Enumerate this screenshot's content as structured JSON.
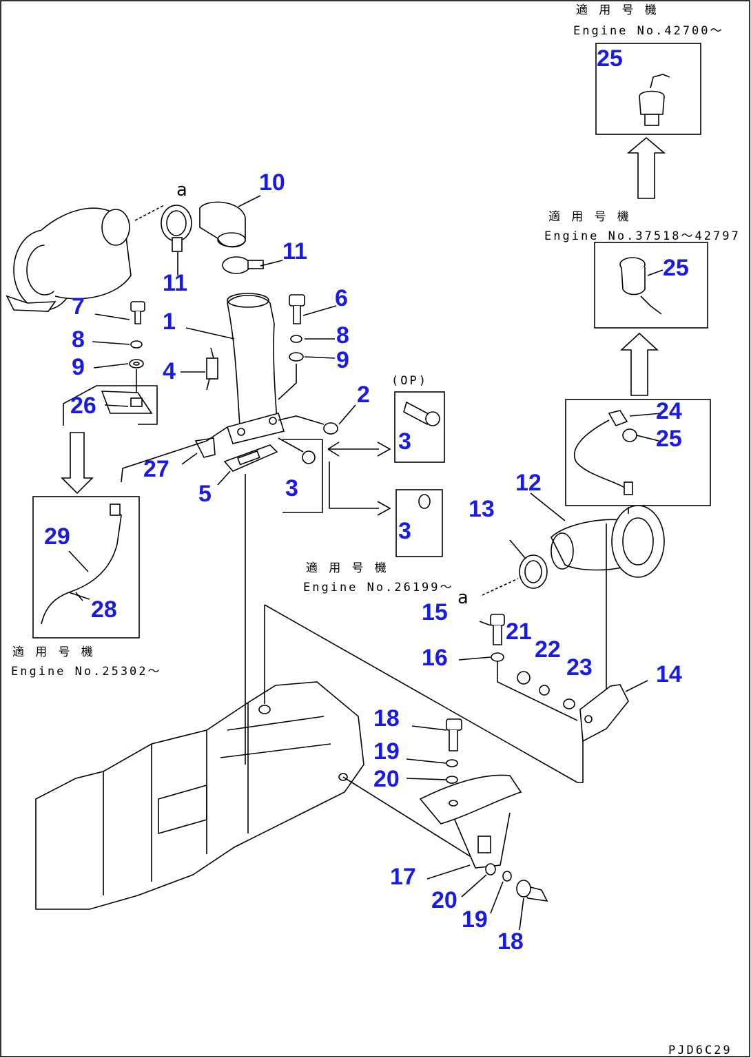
{
  "diagram": {
    "notes": [
      {
        "id": "note-engine-42700-jp",
        "text": "適 用 号 機"
      },
      {
        "id": "note-engine-42700",
        "text": "Engine No.42700～"
      },
      {
        "id": "note-engine-37518-jp",
        "text": "適 用 号 機"
      },
      {
        "id": "note-engine-37518",
        "text": "Engine No.37518～42797"
      },
      {
        "id": "note-engine-26199-jp",
        "text": "適 用 号 機"
      },
      {
        "id": "note-engine-26199",
        "text": "Engine No.26199～"
      },
      {
        "id": "note-engine-25302-jp",
        "text": "適 用 号 機"
      },
      {
        "id": "note-engine-25302",
        "text": "Engine No.25302～"
      },
      {
        "id": "note-op",
        "text": "(OP)"
      },
      {
        "id": "ref-a-top",
        "text": "a"
      },
      {
        "id": "ref-a-mid",
        "text": "a"
      },
      {
        "id": "drawing-code",
        "text": "PJD6C29"
      }
    ],
    "part_numbers": [
      "1",
      "2",
      "3",
      "3",
      "3",
      "4",
      "5",
      "6",
      "7",
      "8",
      "8",
      "9",
      "9",
      "10",
      "11",
      "11",
      "12",
      "13",
      "14",
      "15",
      "16",
      "17",
      "18",
      "18",
      "19",
      "19",
      "20",
      "20",
      "21",
      "22",
      "23",
      "24",
      "25",
      "25",
      "25",
      "26",
      "27",
      "28",
      "29"
    ]
  }
}
